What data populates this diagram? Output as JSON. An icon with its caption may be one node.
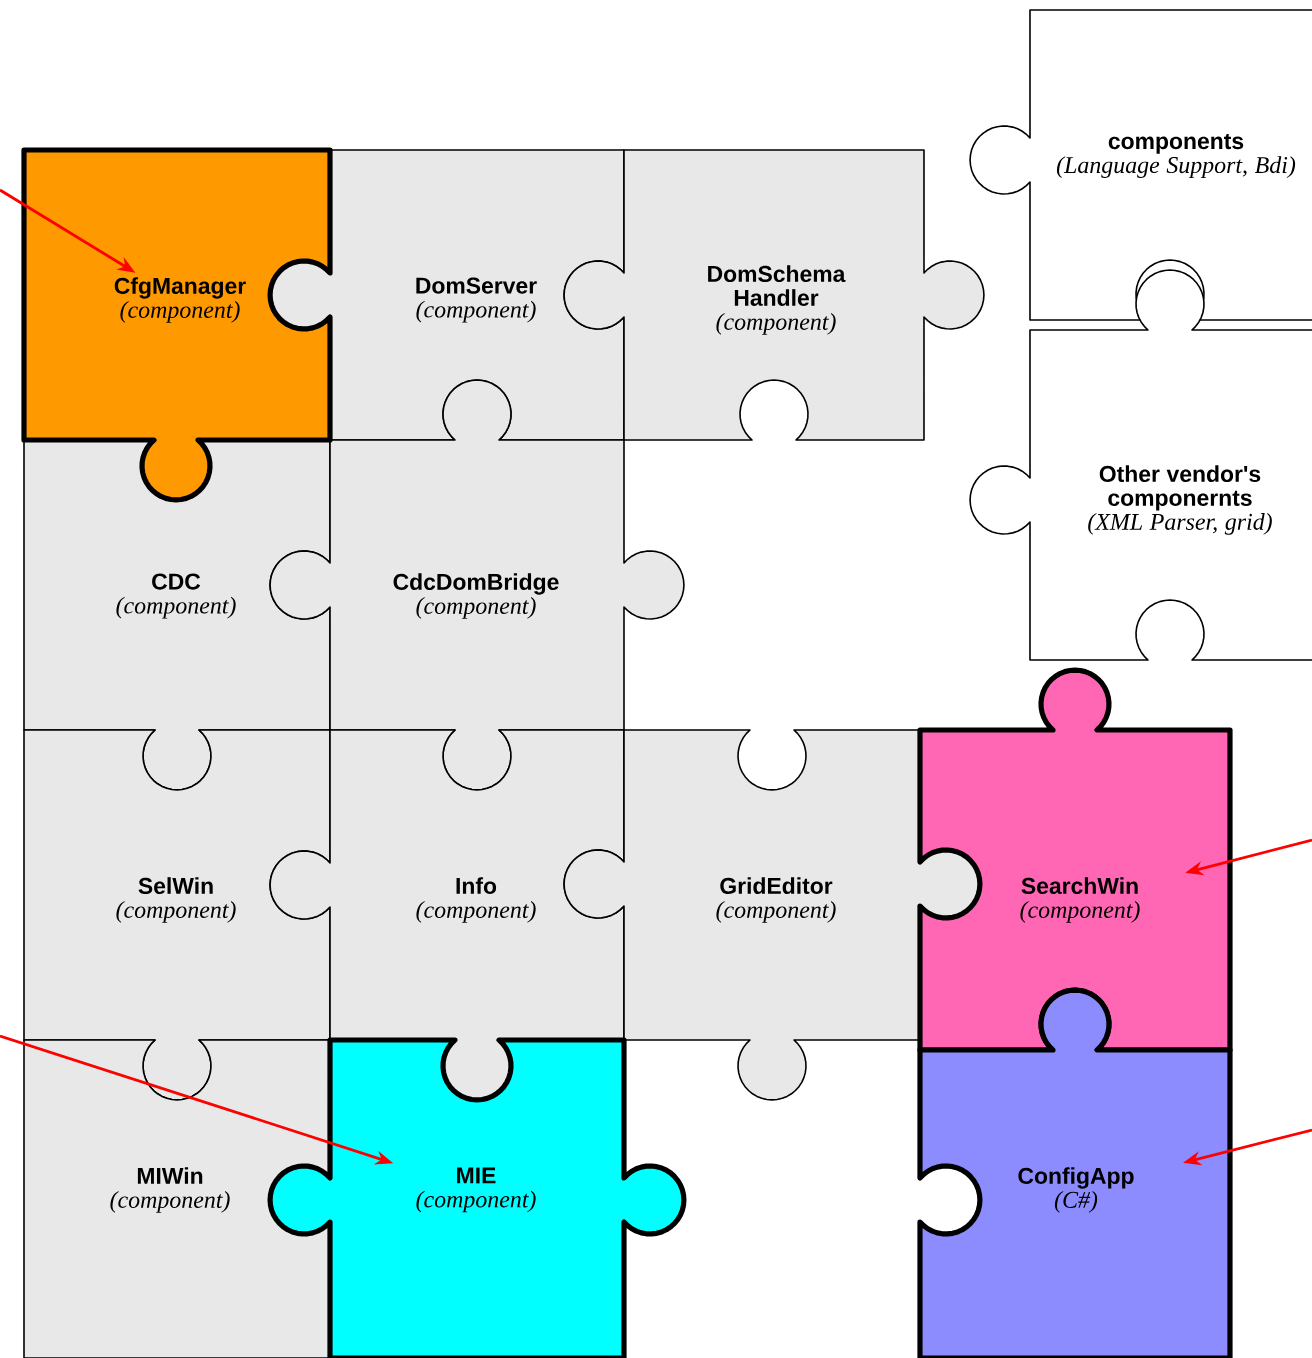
{
  "diagram": {
    "nodes": [
      {
        "text": [
          "CfgManager",
          "(component)"
        ]
      },
      {
        "text": [
          "DomServer",
          "(component)"
        ]
      },
      {
        "text": [
          "DomSchema Handler",
          "(component)"
        ]
      },
      {
        "text": [
          "components",
          "(Language Support, Bdi)"
        ]
      },
      {
        "text": [
          "CDC",
          "(component)"
        ]
      },
      {
        "text": [
          "CdcDomBridge",
          "(component)"
        ]
      },
      {
        "text": [
          "Other vendor's componernts",
          "(XML Parser, grid)"
        ]
      },
      {
        "text": [
          "SelWin",
          "(component)"
        ]
      },
      {
        "text": [
          "Info",
          "(component)"
        ]
      },
      {
        "text": [
          "GridEditor",
          "(component)"
        ]
      },
      {
        "text": [
          "SearchWin",
          "(component)"
        ]
      },
      {
        "text": [
          "MIWin",
          "(component)"
        ]
      },
      {
        "text": [
          "MIE",
          "(component)"
        ]
      },
      {
        "text": [
          "ConfigApp",
          "(C#)"
        ]
      }
    ],
    "edges": [
      {
        "from": null,
        "to": 0,
        "arrow": "to"
      },
      {
        "from": null,
        "to": 12,
        "arrow": "to"
      },
      {
        "from": null,
        "to": 10,
        "arrow": "to"
      },
      {
        "from": null,
        "to": 13,
        "arrow": "to"
      }
    ]
  }
}
